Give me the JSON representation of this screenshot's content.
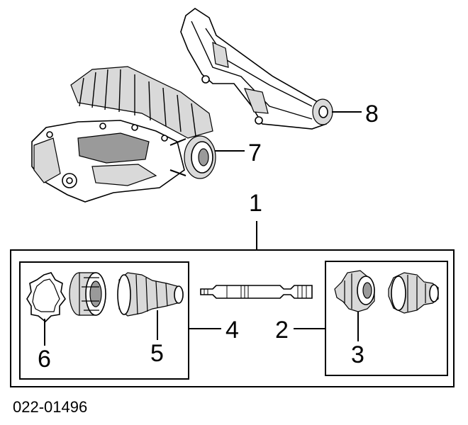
{
  "callouts": {
    "c1": "1",
    "c2": "2",
    "c3": "3",
    "c4": "4",
    "c5": "5",
    "c6": "6",
    "c7": "7",
    "c8": "8"
  },
  "diagram_code": "022-01496"
}
